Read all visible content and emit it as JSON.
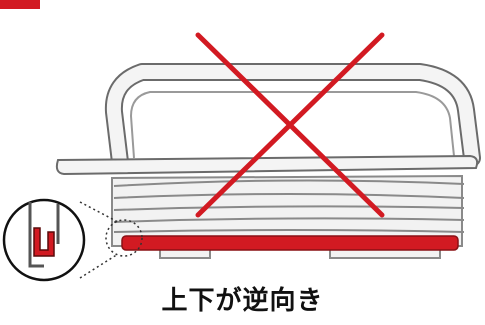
{
  "caption": "上下が逆向き",
  "colors": {
    "accent_red": "#d21a22",
    "outline": "#6b6b6b",
    "cap_fill": "#f4f4f4",
    "cap_shade": "#d9d9d9",
    "text": "#111111"
  },
  "icons": {
    "corner_tab": "red-corner-tab",
    "wrong_mark": "red-x-mark",
    "magnifier": "zoom-circle-icon",
    "seal_profile": "gasket-detail-icon"
  }
}
